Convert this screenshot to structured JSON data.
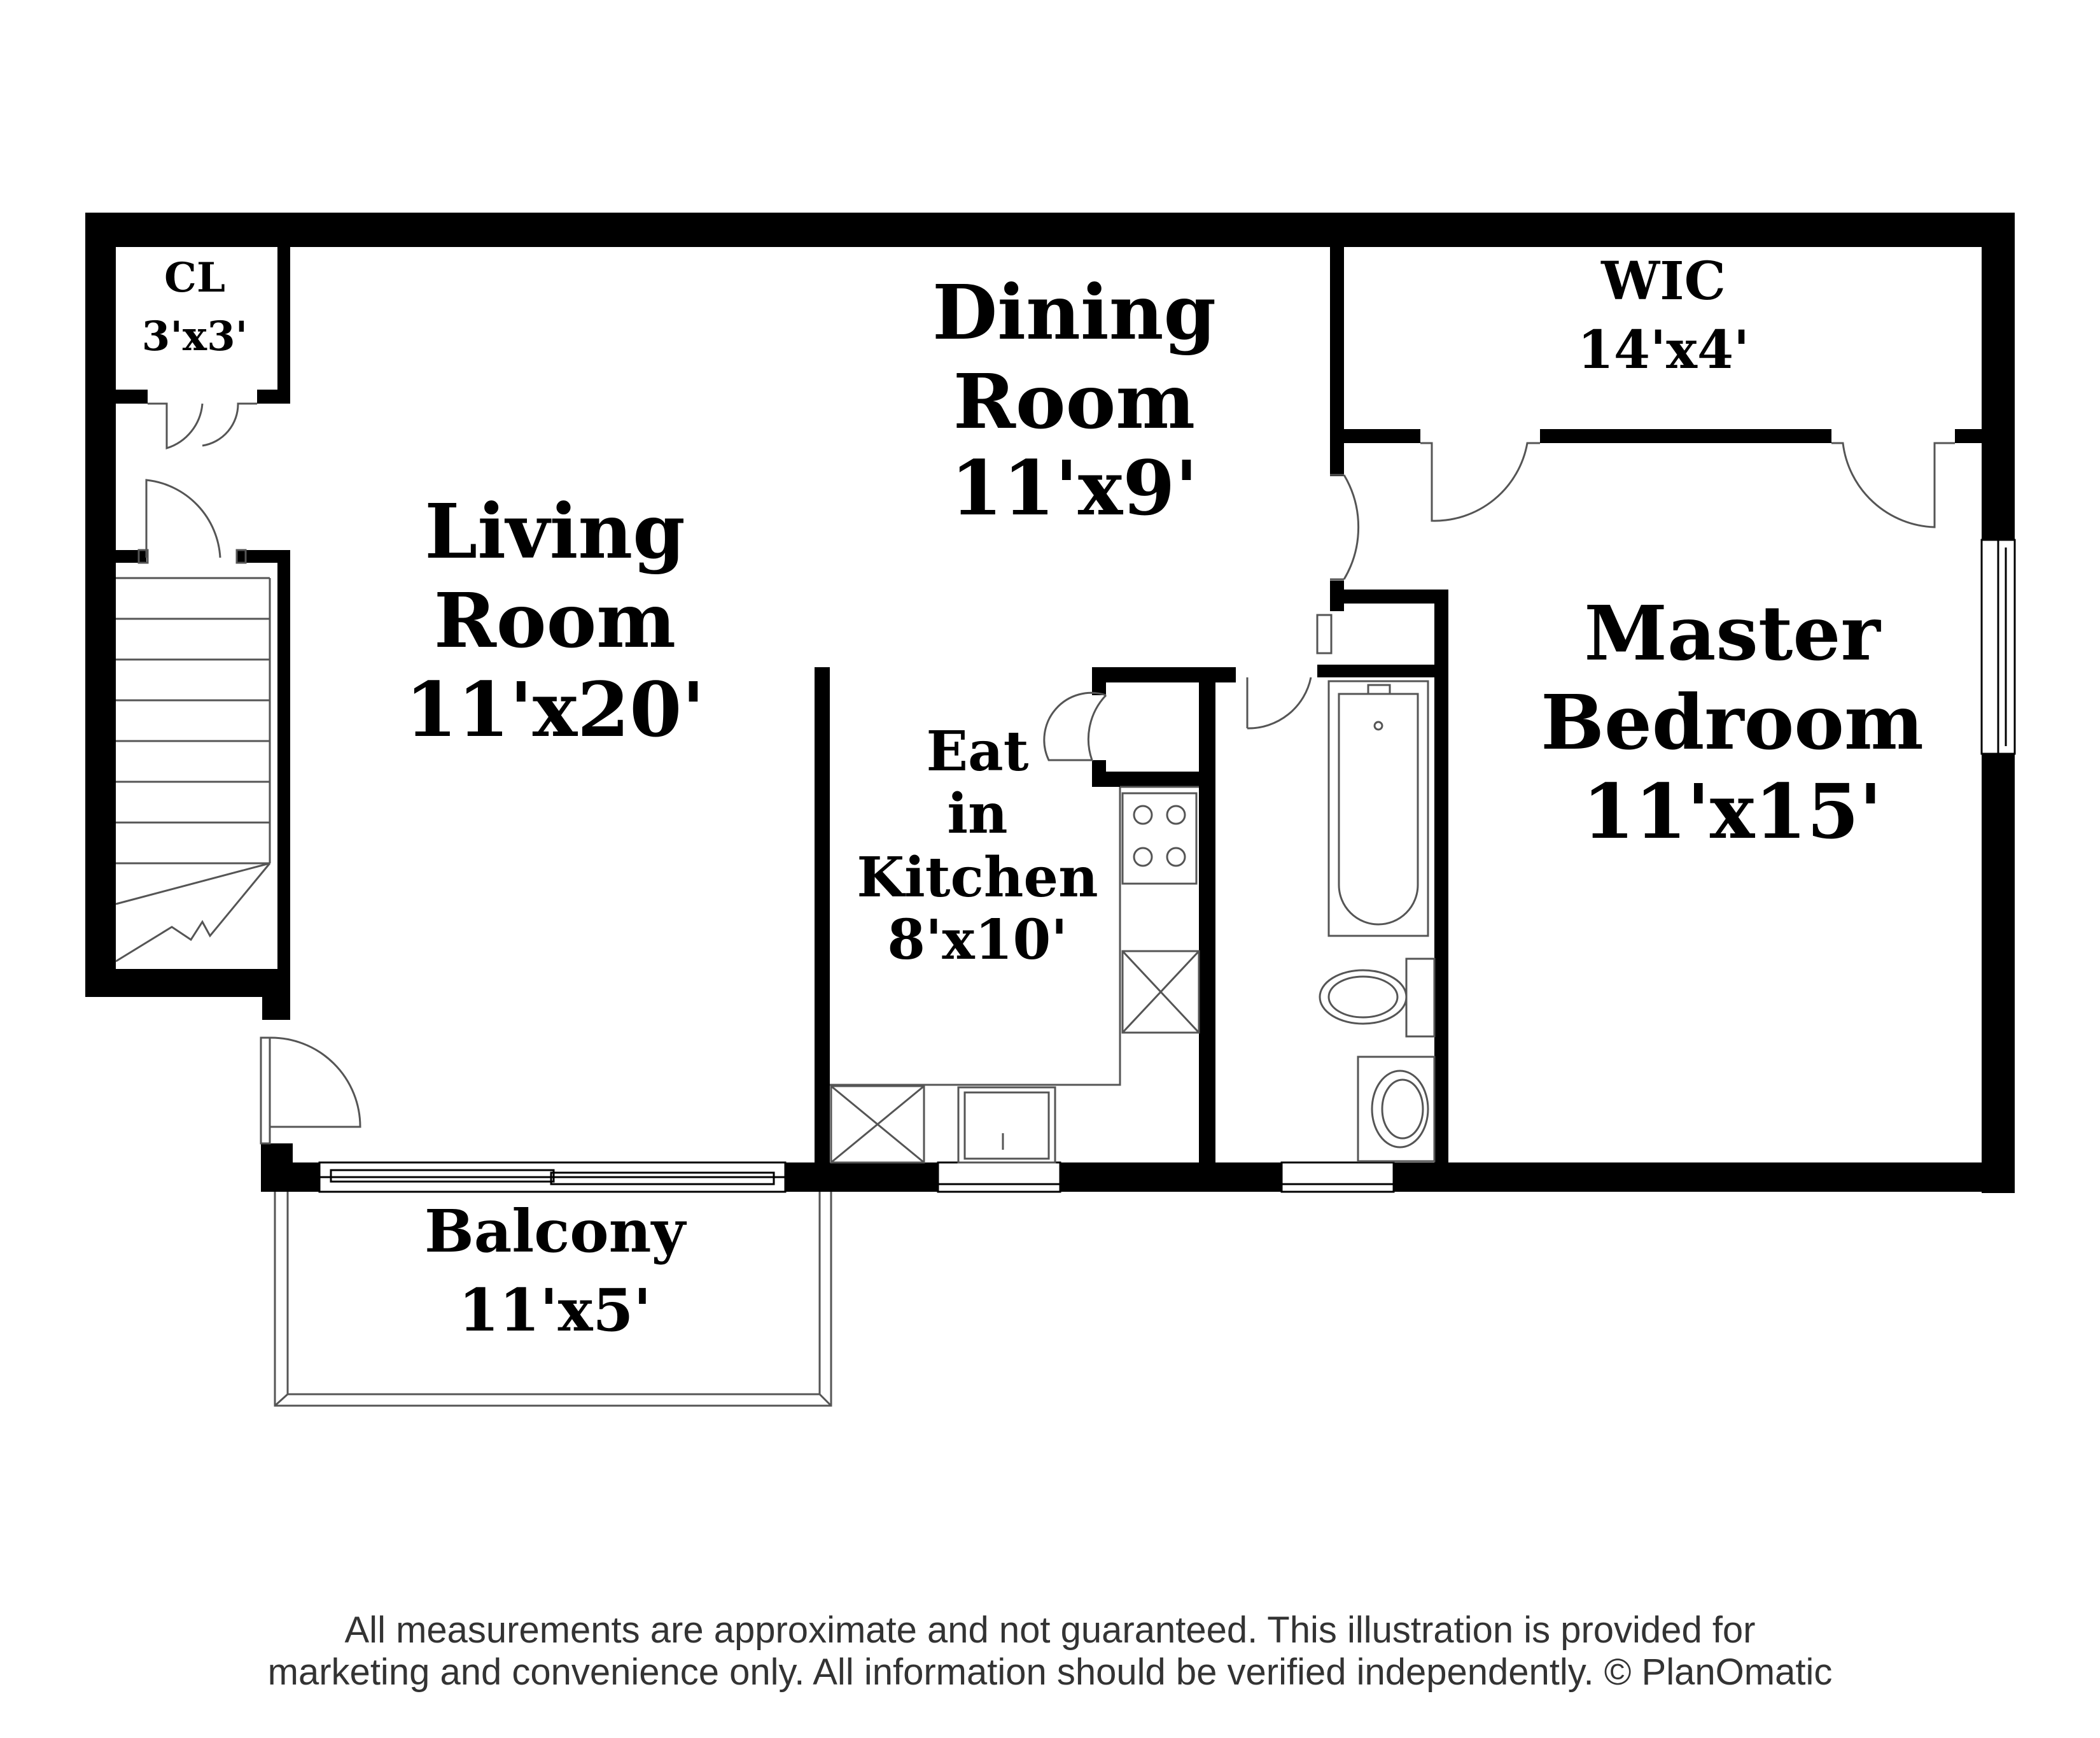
{
  "colors": {
    "wall": "#000000",
    "fixture": "#555555",
    "background": "#ffffff",
    "text": "#333333"
  },
  "rooms": {
    "closet": {
      "line1": "CL",
      "line2": "3'x3'"
    },
    "living": {
      "line1": "Living",
      "line2": "Room",
      "line3": "11'x20'"
    },
    "dining": {
      "line1": "Dining",
      "line2": "Room",
      "line3": "11'x9'"
    },
    "wic": {
      "line1": "WIC",
      "line2": "14'x4'"
    },
    "master": {
      "line1": "Master",
      "line2": "Bedroom",
      "line3": "11'x15'"
    },
    "kitchen": {
      "line1": "Eat",
      "line2": "in",
      "line3": "Kitchen",
      "line4": "8'x10'"
    },
    "balcony": {
      "line1": "Balcony",
      "line2": "11'x5'"
    }
  },
  "disclaimer": {
    "line1": "All measurements are approximate and not guaranteed. This illustration is provided for",
    "line2": "marketing and convenience only. All information should be verified independently. © PlanOmatic"
  }
}
